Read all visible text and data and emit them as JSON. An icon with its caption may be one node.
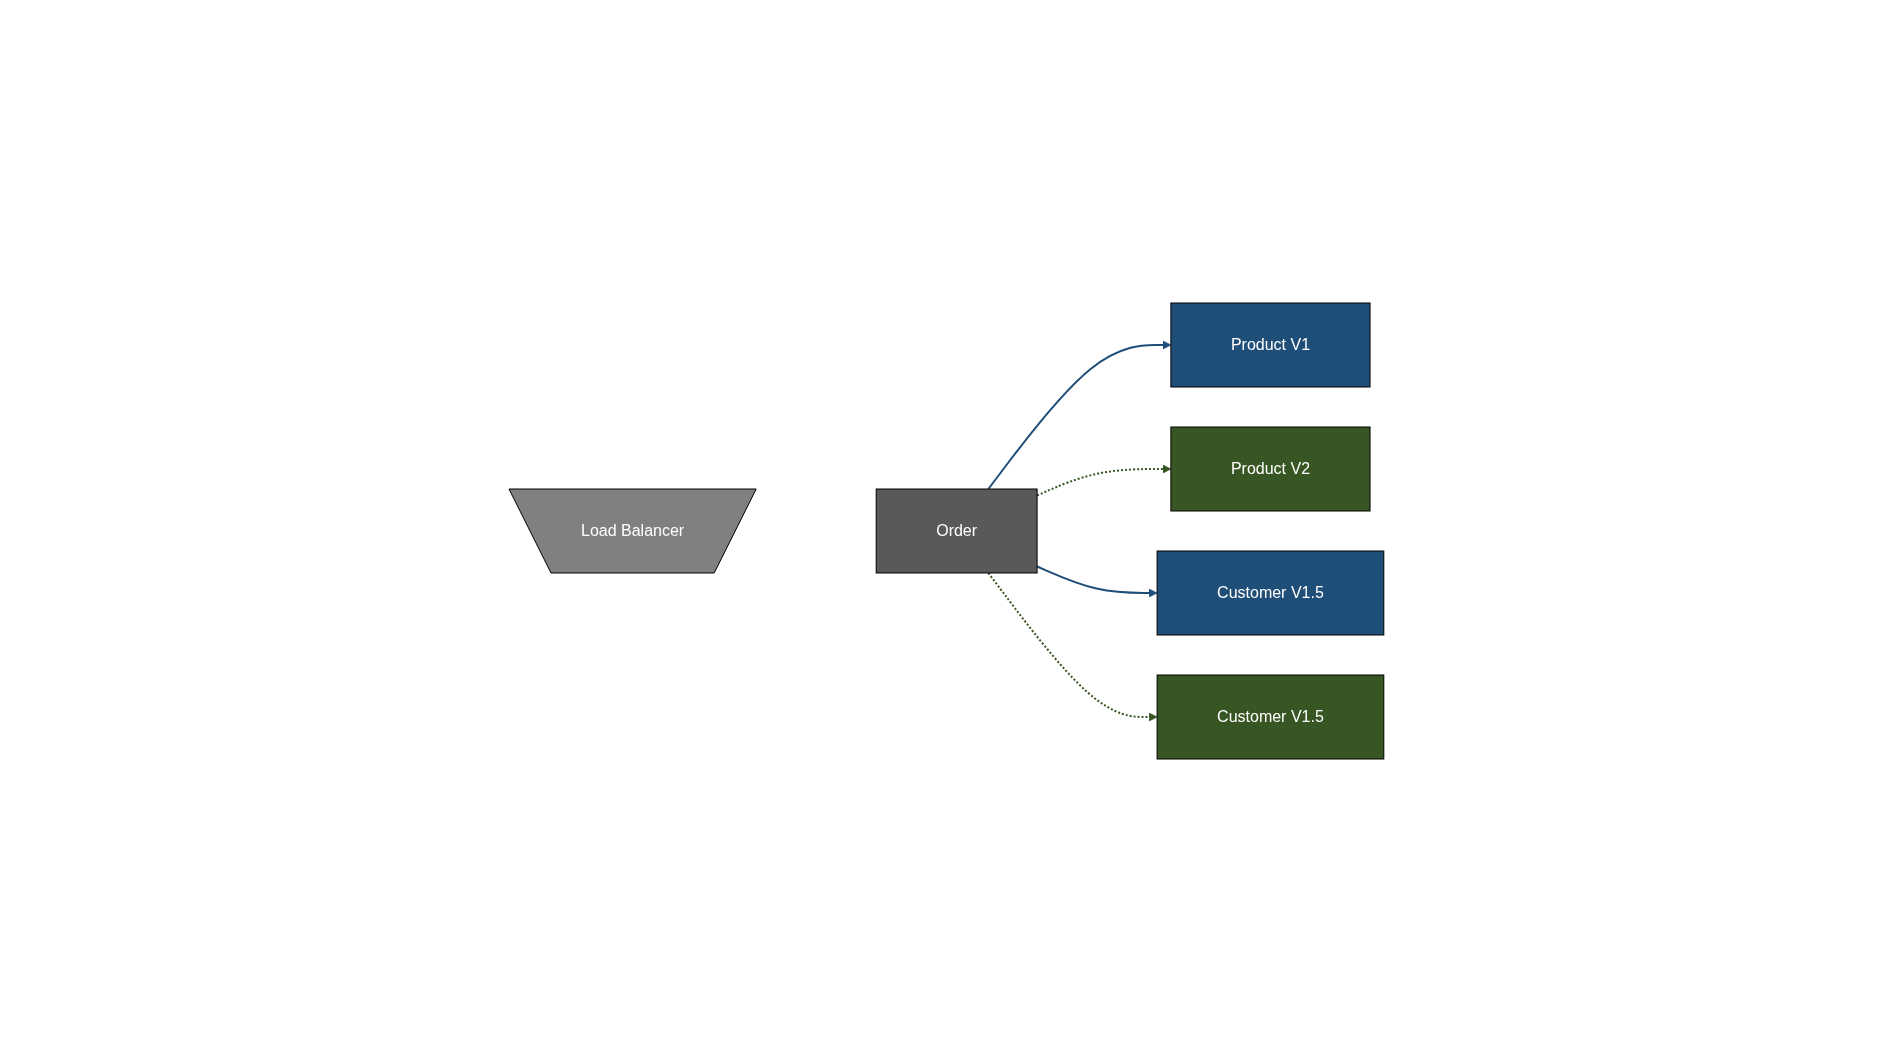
{
  "diagram": {
    "nodes": [
      {
        "text": [
          "Load Balancer"
        ]
      },
      {
        "text": [
          "Order"
        ]
      },
      {
        "text": [
          "Product V1"
        ]
      },
      {
        "text": [
          "Product V2"
        ]
      },
      {
        "text": [
          "Customer V1.5"
        ]
      },
      {
        "text": [
          "Customer V1.5"
        ]
      }
    ],
    "edges": [
      {
        "from": 1,
        "to": 2,
        "arrow": "to",
        "color": "#1f4e79"
      },
      {
        "from": 1,
        "to": 3,
        "arrow": "to",
        "style": "dashed",
        "color": "#375623"
      },
      {
        "from": 1,
        "to": 4,
        "arrow": "to",
        "color": "#1f4e79"
      },
      {
        "from": 1,
        "to": 5,
        "arrow": "to",
        "style": "dashed",
        "color": "#375623"
      }
    ]
  }
}
